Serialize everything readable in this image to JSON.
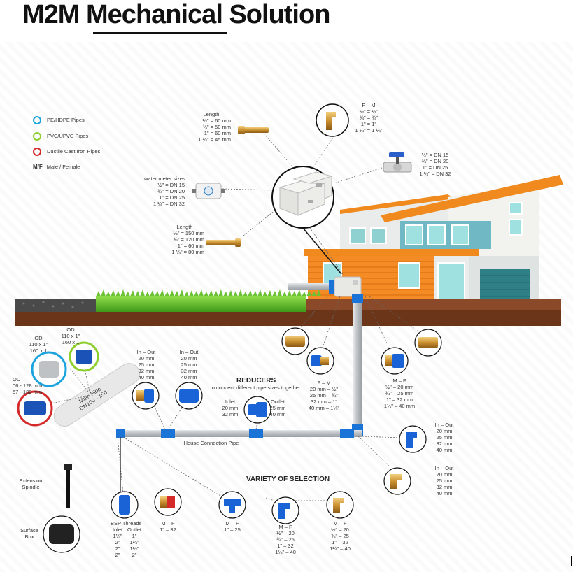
{
  "header": {
    "title_part1": "M2M",
    "title_part2": "Mechanical",
    "title_part3": "Solution"
  },
  "legend": {
    "items": [
      {
        "label": "PE/HDPE Pipes",
        "color": "#1aa3dd"
      },
      {
        "label": "PVC/UPVC Pipes",
        "color": "#8ccf2d"
      },
      {
        "label": "Ductile Cast Iron Pipes",
        "color": "#d42a2a"
      }
    ],
    "mf_abbr": "M/F",
    "mf_text": "Male / Female"
  },
  "callouts": {
    "length_top": {
      "title": "Length",
      "lines": [
        "½\" = 60 mm",
        "¾\" = 50 mm",
        "1\" = 60 mm",
        "1 ¼\" = 45 mm"
      ]
    },
    "water_meter": {
      "title": "water meter sizes",
      "lines": [
        "½\" = DN 15",
        "¾\" = DN 20",
        "1\" = DN 25",
        "1 ¼\" = DN 32"
      ]
    },
    "length_bottom": {
      "title": "Length",
      "lines": [
        "½\" = 150 mm",
        "¾\" = 120 mm",
        "1\" = 60 mm",
        "1 ¼\" = 80 mm"
      ]
    },
    "fm_top": {
      "title": "F – M",
      "lines": [
        "½\" = ½\"",
        "¾\" = ¾\"",
        "1\" = 1\"",
        "1 ¼\" = 1 ¼\""
      ]
    },
    "valve": {
      "lines": [
        "½\" = DN 15",
        "¾\" = DN 20",
        "1\" = DN 25",
        "1 ¼\" = DN 32"
      ]
    },
    "od_left": {
      "title": "OD",
      "lines": [
        "110 x 1\"",
        "160 x 1"
      ]
    },
    "od_right": {
      "title": "OD",
      "lines": [
        "110 x 1\"",
        "160 x 1"
      ]
    },
    "od_red": {
      "title": "OD",
      "lines": [
        "06 - 128 mm",
        "57 - 182 mm"
      ]
    },
    "main_pipe": {
      "title": "Main Pipe",
      "sub": "DN100 - 150"
    },
    "in_out_1": {
      "title": "In – Out",
      "lines": [
        "20 mm",
        "25 mm",
        "32 mm",
        "40 mm"
      ]
    },
    "in_out_2": {
      "title": "In – Out",
      "lines": [
        "20 mm",
        "25 mm",
        "32 mm",
        "40 mm"
      ]
    },
    "reducers": {
      "title": "REDUCERS",
      "subtitle": "to connect different pipe sizes together",
      "inlet_title": "Inlet",
      "inlet": [
        "20 mm",
        "32 mm"
      ],
      "outlet_title": "Outlet",
      "outlet": [
        "25 mm",
        "40 mm"
      ]
    },
    "fm_mid": {
      "title": "F – M",
      "lines": [
        "20 mm – ½\"",
        "25 mm – ¾\"",
        "32 mm – 1\"",
        "40 mm – 1¼\""
      ]
    },
    "mf_right": {
      "title": "M – F",
      "lines": [
        "½\" – 20 mm",
        "¾\" – 25 mm",
        "1\" – 32 mm",
        "1¼\" – 40 mm"
      ]
    },
    "in_out_3": {
      "title": "In – Out",
      "lines": [
        "20 mm",
        "25 mm",
        "32 mm",
        "40 mm"
      ]
    },
    "in_out_4": {
      "title": "In – Out",
      "lines": [
        "20 mm",
        "25 mm",
        "32 mm",
        "40 mm"
      ]
    },
    "house_pipe": "House Connection Pipe",
    "variety": "VARIETY OF SELECTION",
    "extension": [
      "Extension",
      "Spindle"
    ],
    "surface": [
      "Surface",
      "Box"
    ],
    "bsp": {
      "title": "BSP Threads",
      "inlet_title": "Inlet",
      "outlet_title": "Outlet",
      "inlet": [
        "1¼\"",
        "2\"",
        "2\"",
        "2\""
      ],
      "outlet": [
        "1\"",
        "1¼\"",
        "1½\"",
        "2\""
      ]
    },
    "mf_b1": {
      "title": "M – F",
      "lines": [
        "1\" – 32"
      ]
    },
    "mf_b2": {
      "title": "M – F",
      "lines": [
        "1\" – 25"
      ]
    },
    "mf_b3": {
      "title": "M – F",
      "lines": [
        "½\" – 20",
        "¾\" – 25",
        "1\" – 32",
        "1¼\" – 40"
      ]
    },
    "mf_b4": {
      "title": "M – F",
      "lines": [
        "½\" – 20",
        "¾\" – 25",
        "1\" – 32",
        "1¼\" – 40"
      ]
    }
  }
}
